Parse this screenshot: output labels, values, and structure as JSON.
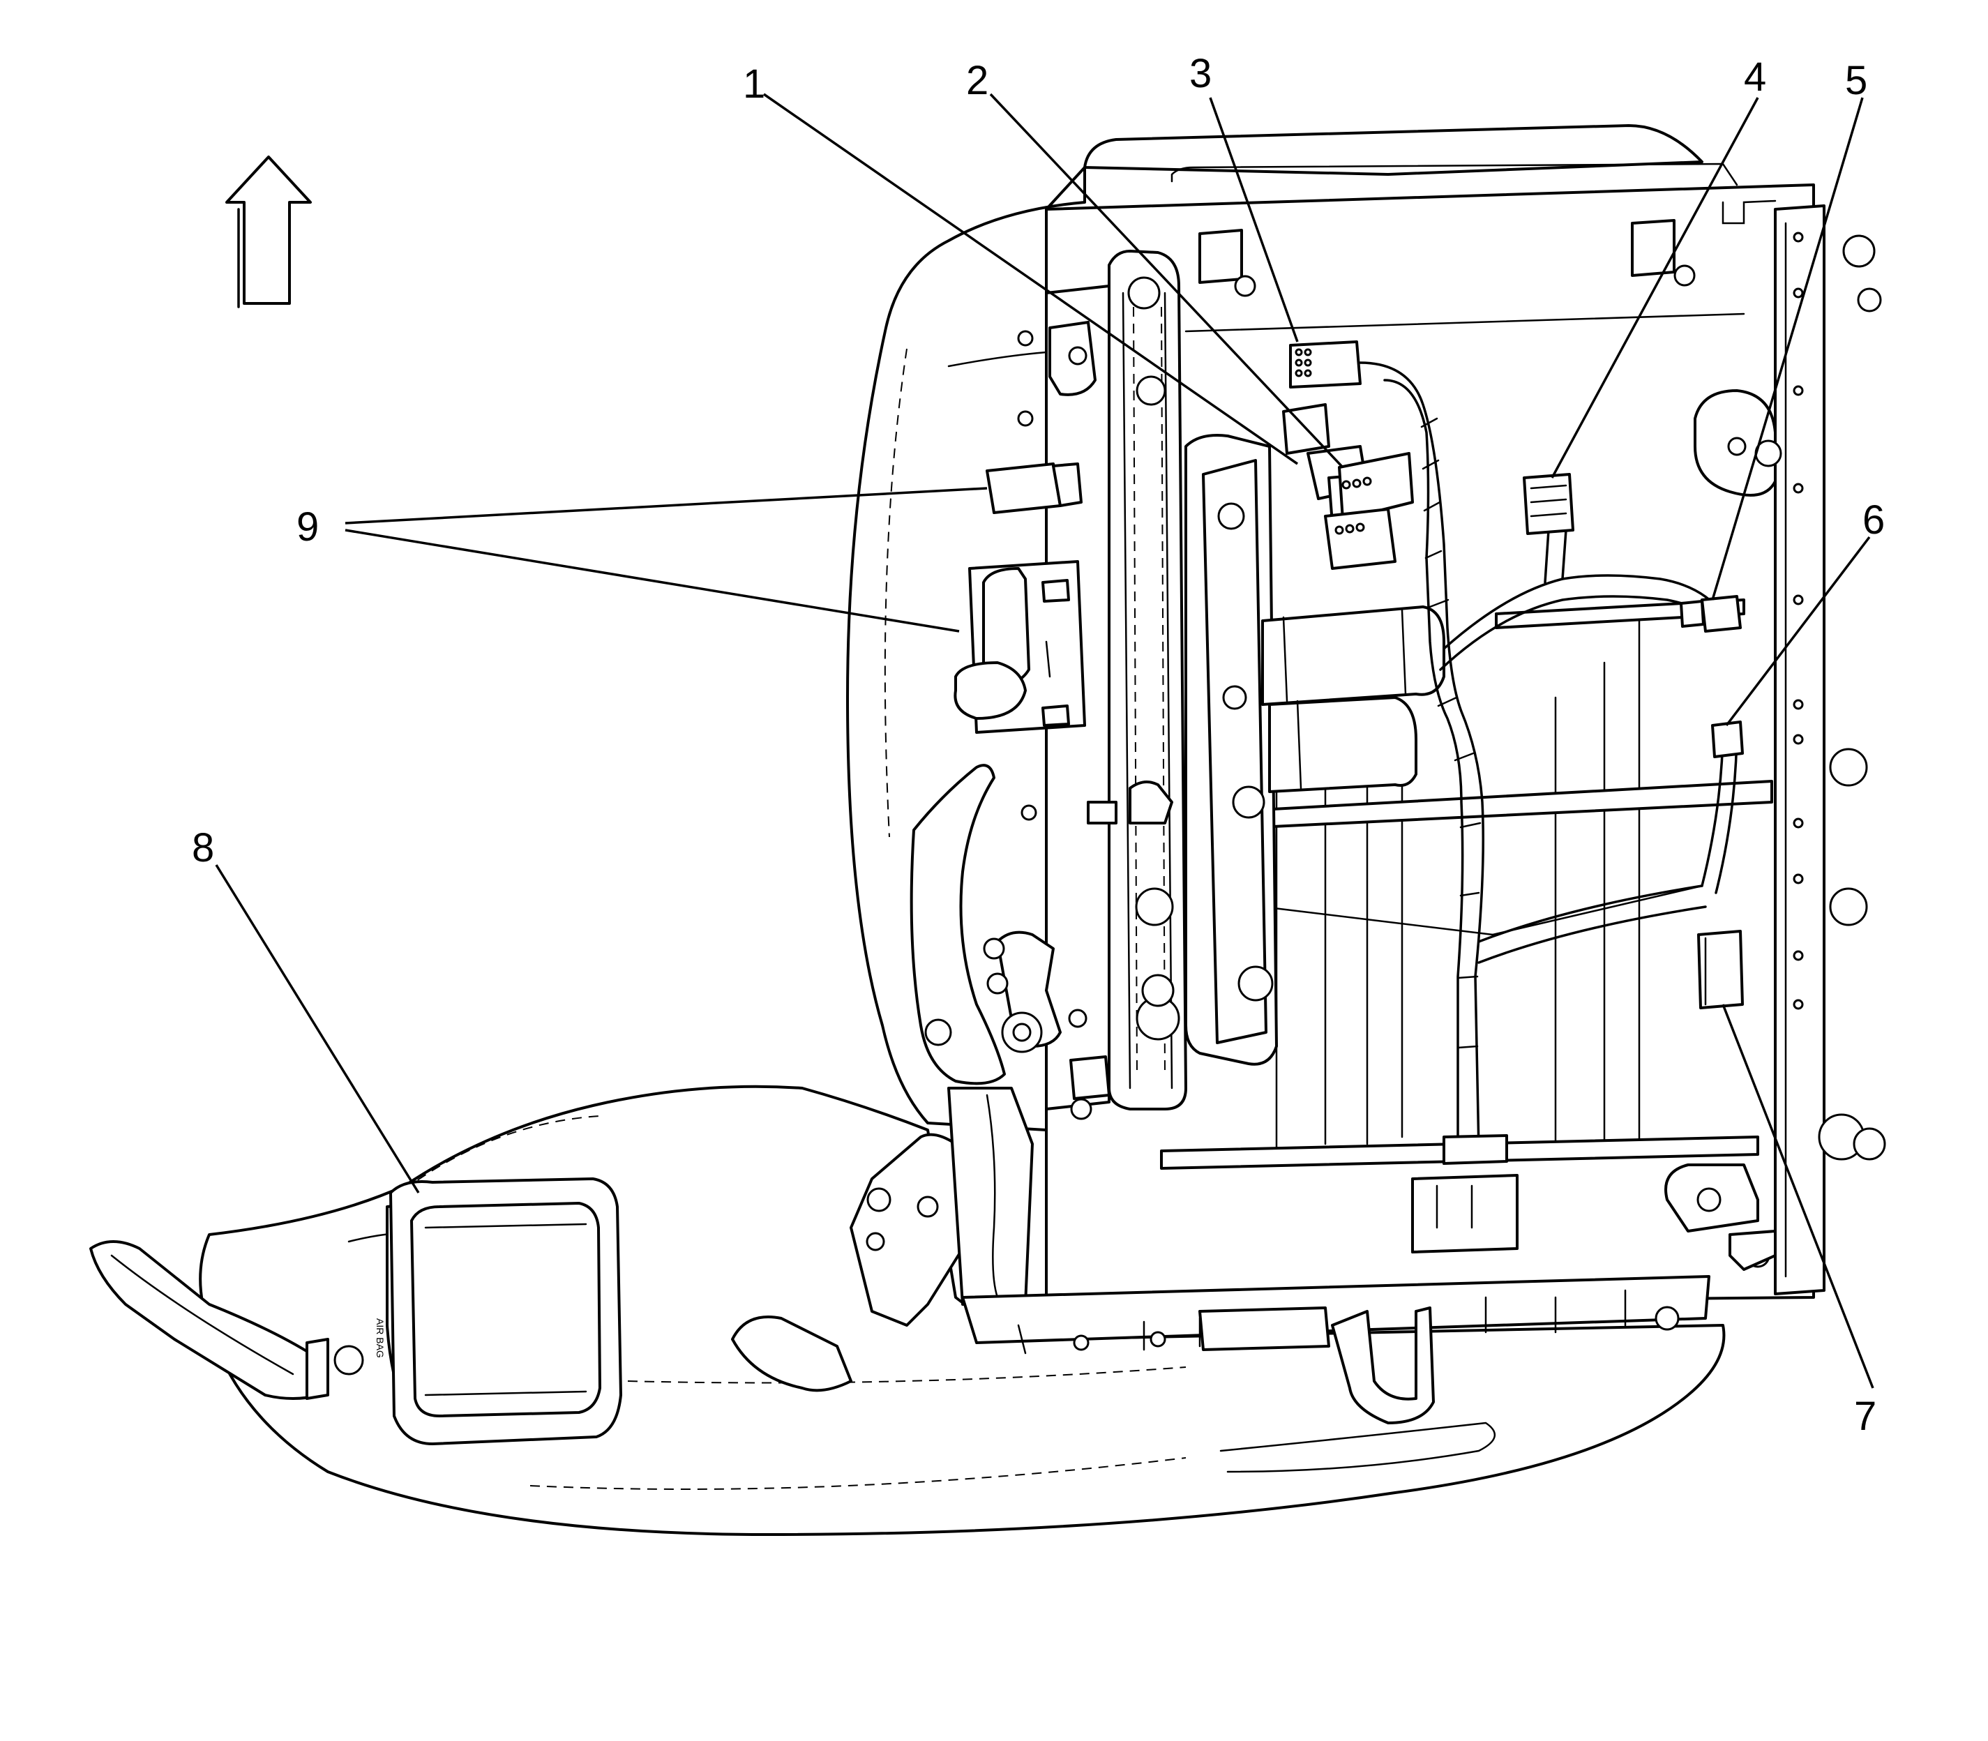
{
  "diagram": {
    "callouts": [
      {
        "id": 1,
        "label": "1"
      },
      {
        "id": 2,
        "label": "2"
      },
      {
        "id": 3,
        "label": "3"
      },
      {
        "id": 4,
        "label": "4"
      },
      {
        "id": 5,
        "label": "5"
      },
      {
        "id": 6,
        "label": "6"
      },
      {
        "id": 7,
        "label": "7"
      },
      {
        "id": 8,
        "label": "8"
      },
      {
        "id": 9,
        "label": "9"
      }
    ],
    "airbag_text": "AIR BAG",
    "orientation_arrow": "up-arrow-icon"
  }
}
